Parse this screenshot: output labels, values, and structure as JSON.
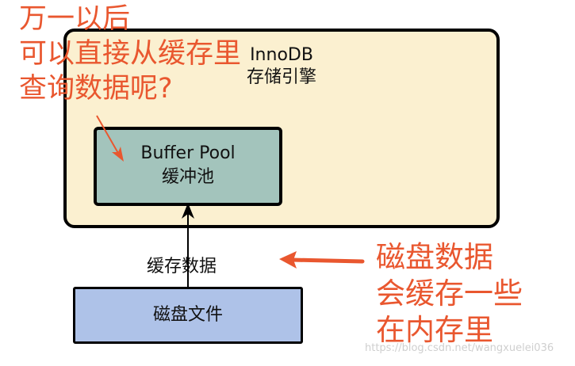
{
  "engine": {
    "title": "InnoDB",
    "subtitle": "存储引擎"
  },
  "buffer_pool": {
    "title": "Buffer Pool",
    "subtitle": "缓冲池"
  },
  "disk": {
    "label": "磁盘文件"
  },
  "flow_label": "缓存数据",
  "annotations": {
    "question": [
      "万一以后",
      "可以直接从缓存里",
      "查询数据呢?"
    ],
    "note": [
      "磁盘数据",
      "会缓存一些",
      "在内存里"
    ]
  },
  "watermark": "https://blog.csdn.net/wangxuelei036",
  "colors": {
    "accent": "#E9572F",
    "engine_fill": "#FBF0D0",
    "buffer_fill": "#A3C4BC",
    "disk_fill": "#AEC2E8"
  }
}
